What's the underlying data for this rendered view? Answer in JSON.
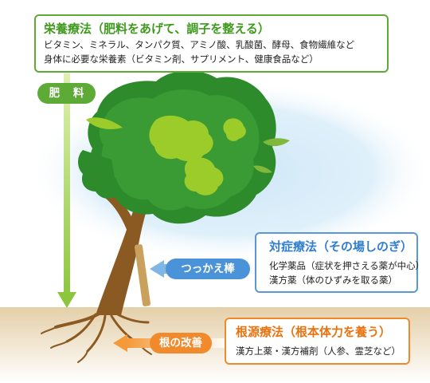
{
  "diagram": {
    "nutrition_box": {
      "title": "栄養療法（肥料をあげて、調子を整える）",
      "line1": "ビタミン、ミネラル、タンパク質、アミノ酸、乳酸菌、酵母、食物繊維など",
      "line2": "身体に必要な栄養素（ビタミン剤、サプリメント、健康食品など）"
    },
    "symptomatic_box": {
      "title": "対症療法（その場しのぎ）",
      "line1": "化学薬品（症状を押さえる薬が中心）",
      "line2": "漢方薬（体のひずみを取る薬）"
    },
    "root_box": {
      "title": "根源療法（根本体力を養う）",
      "line1": "漢方上薬・漢方補剤（人参、霊芝など）"
    },
    "labels": {
      "fertilizer": "肥 料",
      "support_stick": "つっかえ棒",
      "root_improvement": "根の改善"
    },
    "colors": {
      "green": "#5eaa36",
      "blue": "#4a93d8",
      "orange": "#f08a2c",
      "leaf_dark": "#2e8b2c",
      "leaf_light": "#9ccc2a",
      "trunk": "#8a5a22",
      "sky": "#d6ecf8"
    }
  }
}
